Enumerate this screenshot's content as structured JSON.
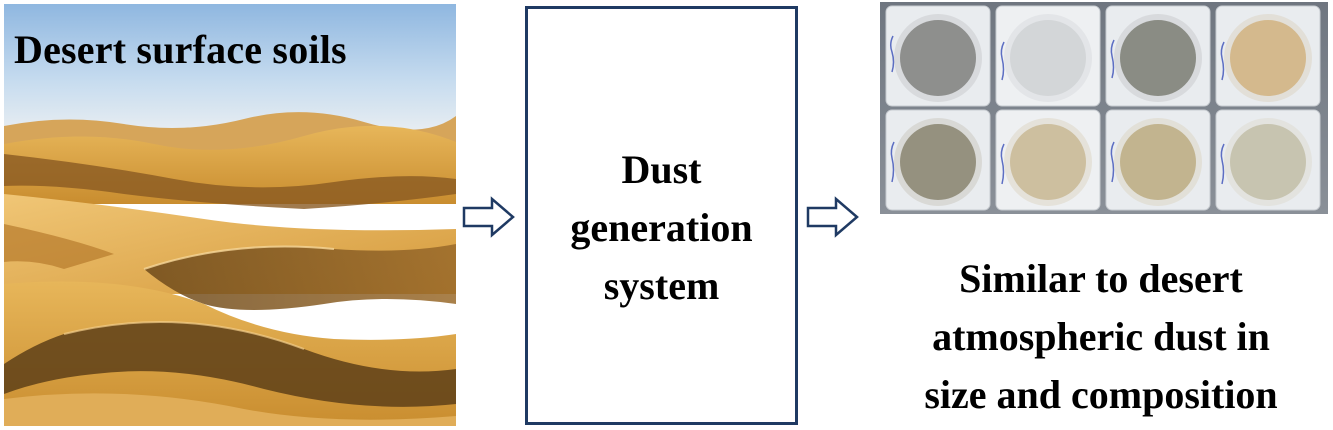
{
  "input": {
    "title": "Desert surface soils",
    "image_subject": "desert-sand-dunes"
  },
  "process": {
    "lines": [
      "Dust",
      "generation",
      "system"
    ]
  },
  "output": {
    "image_subject": "dust-sample-filters",
    "caption_lines": [
      "Similar to desert",
      "atmospheric dust in",
      "size and composition"
    ]
  },
  "colors": {
    "box_border": "#1f3a63",
    "arrow_stroke": "#1f3a63",
    "sky": "#9ec3e6",
    "sand": "#d9a441"
  }
}
